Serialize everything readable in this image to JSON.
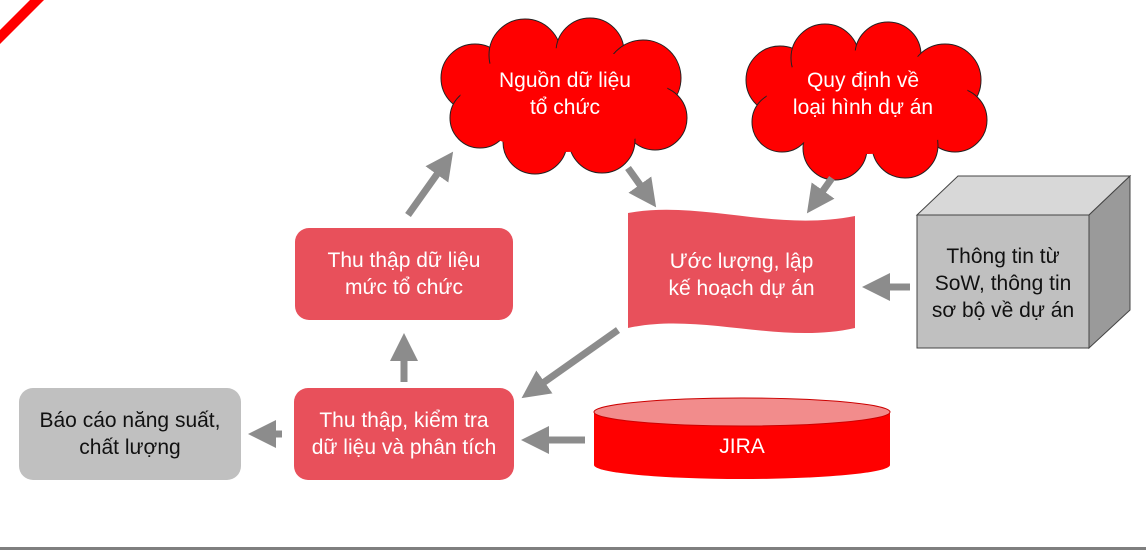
{
  "colors": {
    "red": "#ff0000",
    "pink_box": "#e8505b",
    "gray_box": "#c0c0c0",
    "arrow": "#8c8c8c"
  },
  "nodes": {
    "cloud_org_data": {
      "lines": [
        "Nguồn dữ liệu",
        "tổ chức"
      ]
    },
    "cloud_project_rules": {
      "lines": [
        "Quy định về",
        "loại hình dự án"
      ]
    },
    "box_collect_org": {
      "lines": [
        "Thu thập dữ liệu",
        "mức tổ chức"
      ]
    },
    "doc_estimate": {
      "lines": [
        "Ước lượng, lập",
        "kế hoạch dự án"
      ]
    },
    "cube_sow": {
      "lines": [
        "Thông tin từ",
        "SoW, thông tin",
        "sơ bộ về dự án"
      ]
    },
    "box_report": {
      "lines": [
        "Báo cáo năng suất,",
        "chất lượng"
      ]
    },
    "box_collect_check": {
      "lines": [
        "Thu thập, kiểm tra",
        "dữ liệu và phân tích"
      ]
    },
    "cylinder_jira": {
      "lines": [
        "JIRA"
      ]
    }
  }
}
